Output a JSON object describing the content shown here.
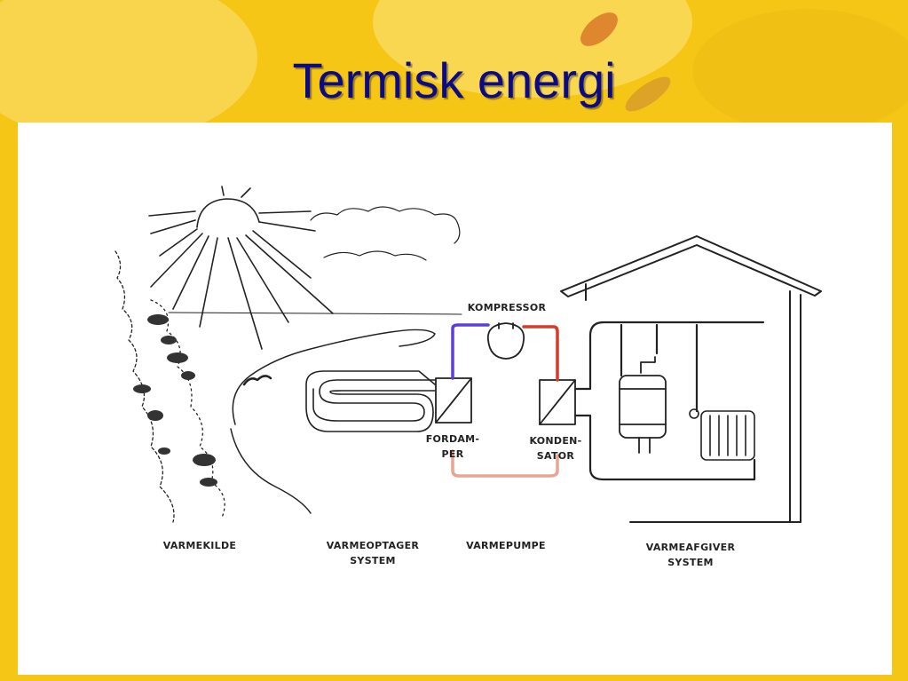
{
  "title": "Termisk energi",
  "labels": {
    "compressor": "KOMPRESSOR",
    "evaporator": [
      "FORDAM-",
      "PER"
    ],
    "condenser": [
      "KONDEN-",
      "SATOR"
    ],
    "heat_source": "VARMEKILDE",
    "collector": [
      "VARMEOPTAGER",
      "SYSTEM"
    ],
    "heat_pump": "VARMEPUMPE",
    "emitter": [
      "VARMEAFGIVER",
      "SYSTEM"
    ]
  },
  "colors": {
    "background": "#f6c617",
    "title": "#0b0b86",
    "suction_line": "#5b3fd8",
    "discharge_line": "#d63a2a",
    "liquid_line": "#e9a593"
  }
}
